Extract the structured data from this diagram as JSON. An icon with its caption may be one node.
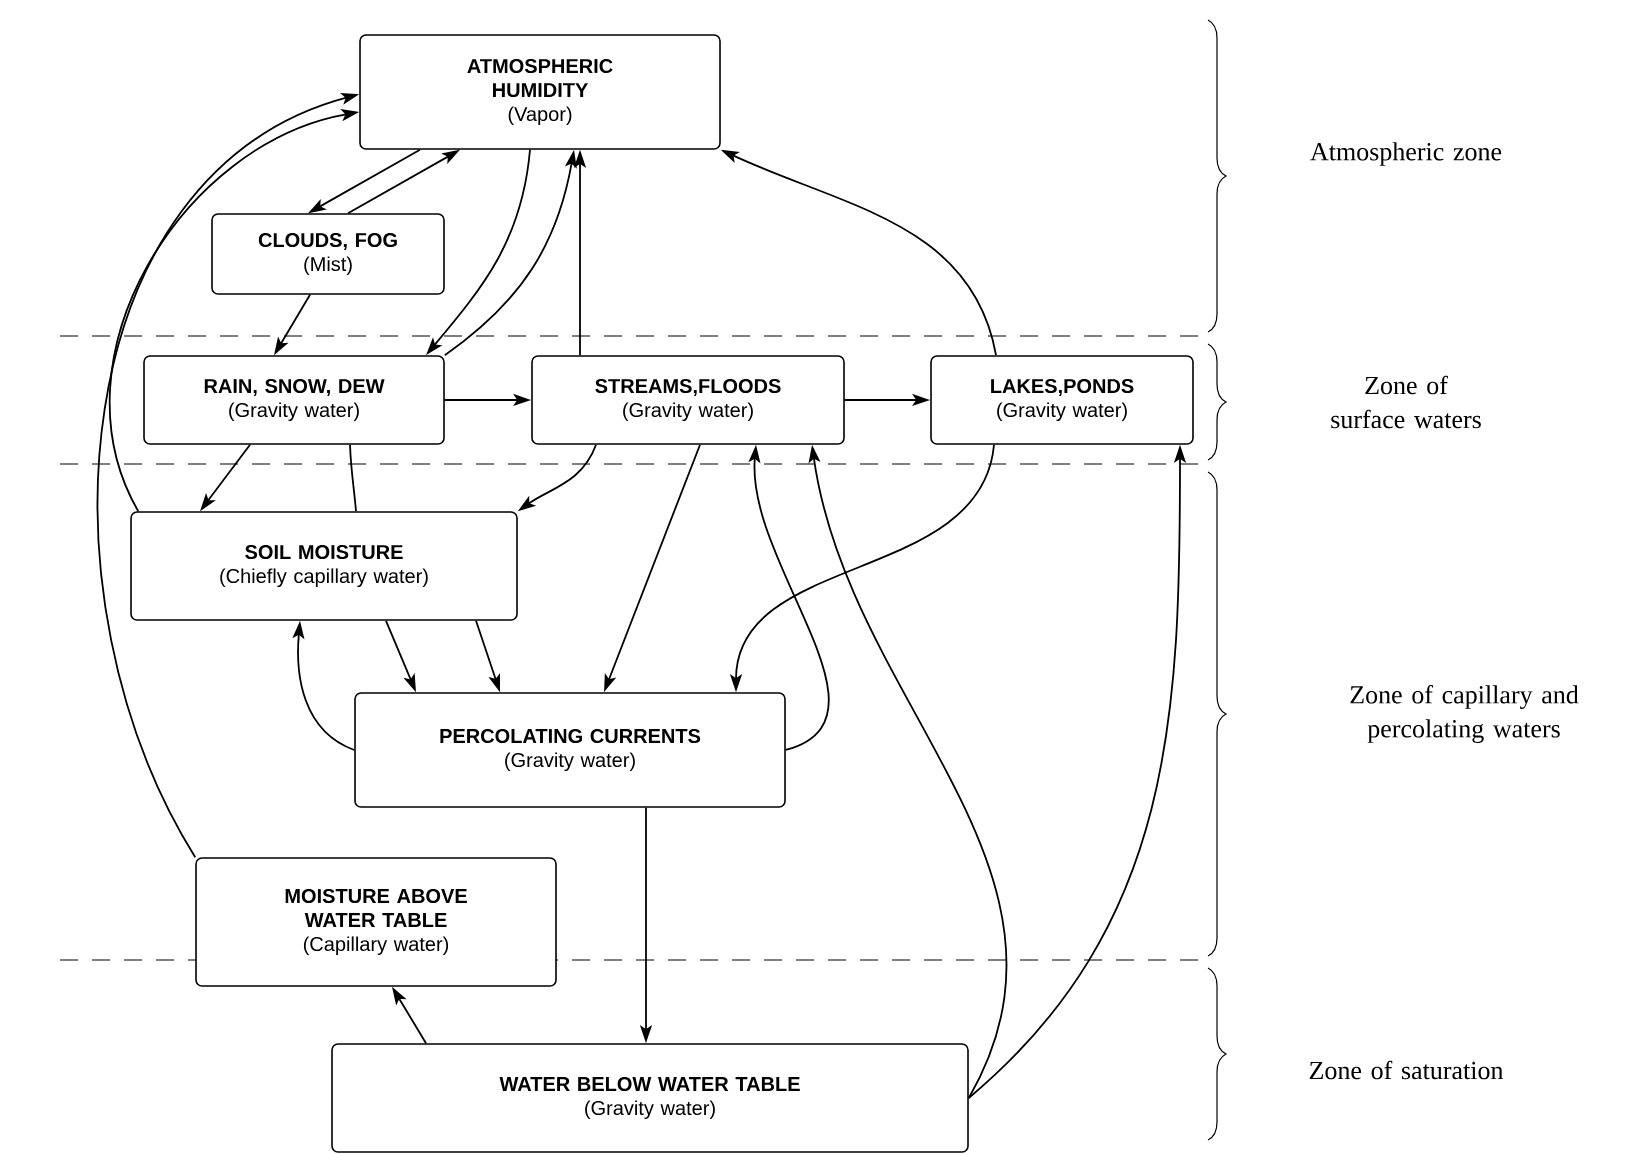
{
  "diagram": {
    "nodes": [
      {
        "text": [
          "ATMOSPHERIC HUMIDITY",
          "(Vapor)"
        ]
      },
      {
        "text": [
          "CLOUDS, FOG",
          "(Mist)"
        ]
      },
      {
        "text": [
          "RAIN, SNOW, DEW",
          "(Gravity water)"
        ]
      },
      {
        "text": [
          "STREAMS,FLOODS",
          "(Gravity water)"
        ]
      },
      {
        "text": [
          "LAKES,PONDS",
          "(Gravity water)"
        ]
      },
      {
        "text": [
          "SOIL MOISTURE",
          "(Chiefly capillary water)"
        ]
      },
      {
        "text": [
          "PERCOLATING CURRENTS",
          "(Gravity water)"
        ]
      },
      {
        "text": [
          "MOISTURE ABOVE WATER TABLE",
          "(Capillary water)"
        ]
      },
      {
        "text": [
          "WATER BELOW WATER TABLE",
          "(Gravity water)"
        ]
      }
    ],
    "edges": [
      {
        "from": 0,
        "to": 1,
        "arrow": "to"
      },
      {
        "from": 1,
        "to": 0,
        "arrow": "to"
      },
      {
        "from": 1,
        "to": 2,
        "arrow": "to"
      },
      {
        "from": 0,
        "to": 2,
        "arrow": "to"
      },
      {
        "from": 2,
        "to": 0,
        "arrow": "to"
      },
      {
        "from": 3,
        "to": 0,
        "arrow": "to"
      },
      {
        "from": 4,
        "to": 0,
        "arrow": "to"
      },
      {
        "from": 2,
        "to": 3,
        "arrow": "to"
      },
      {
        "from": 3,
        "to": 4,
        "arrow": "to"
      },
      {
        "from": 2,
        "to": 5,
        "arrow": "to"
      },
      {
        "from": 2,
        "to": 5,
        "arrow": "none"
      },
      {
        "from": 3,
        "to": 5,
        "arrow": "to"
      },
      {
        "from": 5,
        "to": 0,
        "arrow": "to"
      },
      {
        "from": 7,
        "to": 0,
        "arrow": "to"
      },
      {
        "from": 5,
        "to": 6,
        "arrow": "to"
      },
      {
        "from": 5,
        "to": 6,
        "arrow": "to"
      },
      {
        "from": 6,
        "to": 5,
        "arrow": "to"
      },
      {
        "from": 3,
        "to": 6,
        "arrow": "to"
      },
      {
        "from": 4,
        "to": 6,
        "arrow": "to"
      },
      {
        "from": 6,
        "to": 3,
        "arrow": "to"
      },
      {
        "from": 8,
        "to": 3,
        "arrow": "to"
      },
      {
        "from": 8,
        "to": 4,
        "arrow": "to"
      },
      {
        "from": 6,
        "to": 8,
        "arrow": "to"
      },
      {
        "from": 8,
        "to": 7,
        "arrow": "to"
      }
    ],
    "labels": [
      "Atmospheric zone",
      "Zone of surface waters",
      "Zone of capillary and percolating waters",
      "Zone of saturation"
    ]
  }
}
